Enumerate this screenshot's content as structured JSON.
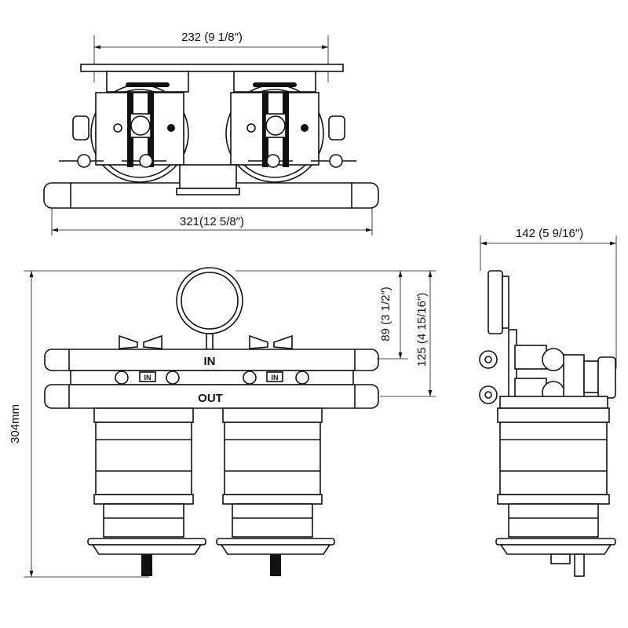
{
  "dimensions": {
    "top_width": "232 (9 1/8″)",
    "overall_width": "321(12 5/8″)",
    "side_depth": "142 (5 9/16″)",
    "height_89": "89 (3 1/2″)",
    "height_125": "125 (4 15/16″)",
    "overall_height": "304mm"
  },
  "labels": {
    "in_manifold": "IN",
    "out_manifold": "OUT",
    "valve_in_left": "IN",
    "valve_in_right": "IN"
  }
}
